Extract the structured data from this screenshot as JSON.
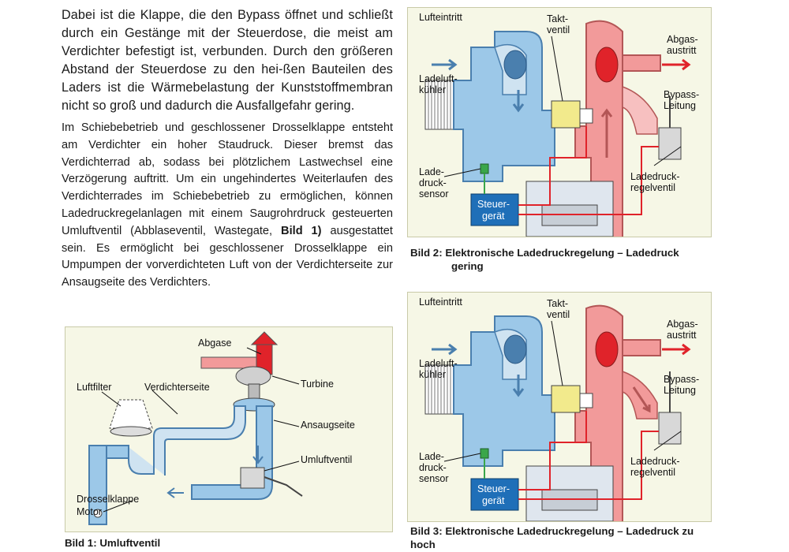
{
  "text": {
    "para1": "Dabei ist die Klappe, die den Bypass öffnet und schließt durch ein Gestänge mit der Steuerdose, die meist am Verdichter befestigt ist, verbunden. Durch den größeren Abstand der Steuerdose zu den hei-ßen Bauteilen des Laders ist die Wärmebelastung der Kunststoffmembran nicht so groß und dadurch die Ausfallgefahr gering.",
    "para2_a": "Im Schiebebetrieb und geschlossener Drosselklappe entsteht am Verdichter ein hoher Staudruck. Dieser bremst das Verdichterrad ab, sodass bei plötzlichem Lastwechsel eine Verzögerung auftritt. Um ein ungehindertes Weiterlaufen des Verdichterrades im Schiebebetrieb zu ermöglichen, können Ladedruckregelanlagen mit einem Saugrohrdruck gesteuerten Umluftventil (Abblaseventil, Wastegate, ",
    "para2_bold": "Bild 1)",
    "para2_b": " ausgestattet sein. Es ermöglicht bei geschlossener Drosselklappe ein Umpumpen der vorverdichteten Luft von der Verdichterseite zur Ansaugseite des Verdichters."
  },
  "fig1": {
    "caption": "Bild 1: Umluftventil",
    "labels": {
      "abgase": "Abgase",
      "luftfilter": "Luftfilter",
      "verdichterseite": "Verdichterseite",
      "turbine": "Turbine",
      "ansaugseite": "Ansaugseite",
      "umluftventil": "Umluftventil",
      "drosselklappe": "Drosselklappe",
      "motor": "Motor"
    }
  },
  "fig2": {
    "caption_line1": "Bild 2: Elektronische Ladedruckregelung – Ladedruck",
    "caption_line2": "gering",
    "labels": {
      "lufteintritt": "Lufteintritt",
      "takt": "Takt-",
      "ventil": "ventil",
      "abgas": "Abgas-",
      "austritt": "austritt",
      "ladeluft": "Ladeluft-",
      "kuehler": "kühler",
      "bypass": "Bypass-",
      "leitung": "Leitung",
      "lade": "Lade-",
      "druck": "druck-",
      "sensor": "sensor",
      "steuer": "Steuer-",
      "geraet": "gerät",
      "ladedruck": "Ladedruck-",
      "regelventil": "regelventil"
    }
  },
  "fig3": {
    "caption_line1": "Bild 3: Elektronische Ladedruckregelung – Ladedruck zu",
    "caption_line2": "hoch",
    "labels": {
      "lufteintritt": "Lufteintritt",
      "takt": "Takt-",
      "ventil": "ventil",
      "abgas": "Abgas-",
      "austritt": "austritt",
      "ladeluft": "Ladeluft-",
      "kuehler": "kühler",
      "bypass": "Bypass-",
      "leitung": "Leitung",
      "lade": "Lade-",
      "druck": "druck-",
      "sensor": "sensor",
      "steuer": "Steuer-",
      "geraet": "gerät",
      "ladedruck": "Ladedruck-",
      "regelventil": "regelventil"
    }
  },
  "colors": {
    "cold_air": "#9cc8e8",
    "hot_exhaust": "#f29a9a",
    "signal_red": "#e0232a",
    "control_unit": "#1f6fb8",
    "sensor_green": "#3aa64a",
    "valve_yellow": "#f2ea8c",
    "figure_bg": "#f6f7e6"
  }
}
